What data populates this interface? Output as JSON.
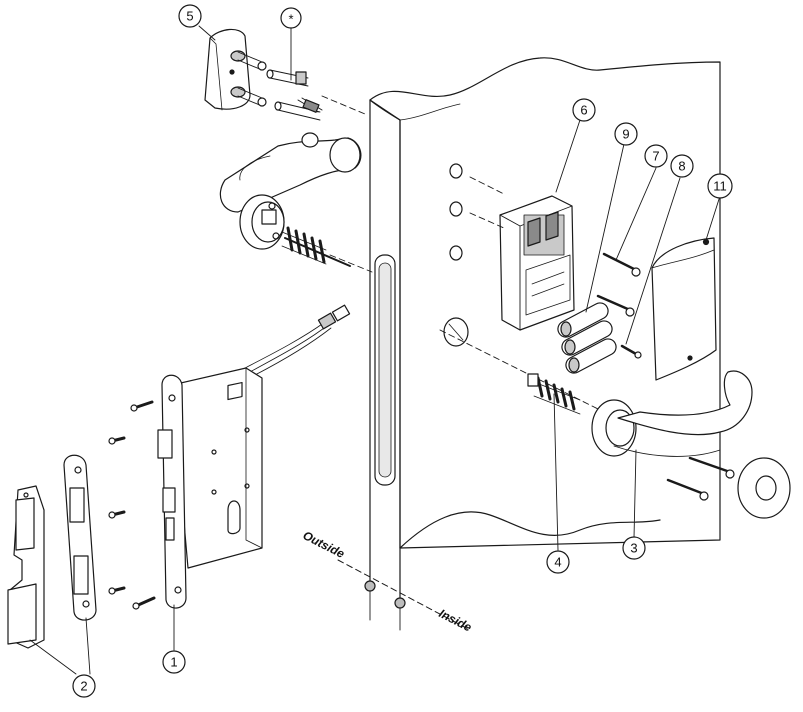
{
  "callouts": {
    "c1": "1",
    "c2": "2",
    "c3": "3",
    "c4": "4",
    "c5": "5",
    "c6": "6",
    "c7": "7",
    "c8": "8",
    "c9": "9",
    "c11": "11",
    "star": "*"
  },
  "labels": {
    "outside": "Outside",
    "inside": "Inside"
  },
  "colors": {
    "line": "#1a1a1a",
    "shade": "#c9c9c9",
    "dark_shade": "#8a8a8a",
    "marker": "#bdbdbd"
  }
}
